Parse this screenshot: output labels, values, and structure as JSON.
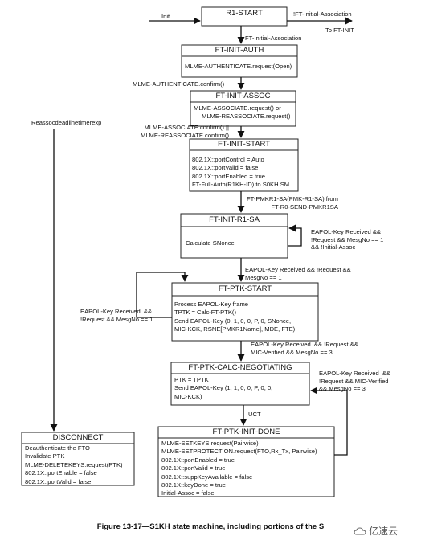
{
  "states": {
    "r1_start": {
      "title": "R1-START",
      "lines": []
    },
    "ft_init_auth": {
      "title": "FT-INIT-AUTH",
      "lines": [
        "MLME-AUTHENTICATE.request(Open)"
      ]
    },
    "ft_init_assoc": {
      "title": "FT-INIT-ASSOC",
      "lines": [
        "MLME-ASSOCIATE.request() or",
        "MLME-REASSOCIATE.request()"
      ]
    },
    "ft_init_start": {
      "title": "FT-INIT-START",
      "lines": [
        "802.1X::portControl = Auto",
        "802.1X::portValid = false",
        "802.1X::portEnabled = true",
        "FT-Full-Auth(R1KH-ID) to S0KH SM"
      ]
    },
    "ft_init_r1_sa": {
      "title": "FT-INIT-R1-SA",
      "lines": [
        "Calculate SNonce"
      ]
    },
    "ft_ptk_start": {
      "title": "FT-PTK-START",
      "lines": [
        "Process EAPOL-Key frame",
        "TPTK = Calc-FT-PTK()",
        "Send EAPOL-Key (0, 1, 0, 0, P, 0, SNonce,",
        "MIC-KCK, RSNE[PMKR1Name], MDE, FTE)"
      ]
    },
    "ft_ptk_calc": {
      "title": "FT-PTK-CALC-NEGOTIATING",
      "lines": [
        "PTK = TPTK",
        "Send EAPOL-Key (1, 1, 0, 0, P, 0, 0,",
        "MIC-KCK)"
      ]
    },
    "ft_ptk_init_done": {
      "title": "FT-PTK-INIT-DONE",
      "lines": [
        "MLME-SETKEYS.request(Pairwise)",
        "MLME-SETPROTECTION.request(FTO,Rx_Tx, Pairwise)",
        "802.1X::portEnabled = true",
        "802.1X::portValid = true",
        "802.1X::suppKeyAvailable = false",
        "802.1X::keyDone = true",
        "Initial-Assoc = false"
      ]
    },
    "disconnect": {
      "title": "DISCONNECT",
      "lines": [
        "Deauthenticate the FTO",
        "Invalidate PTK",
        "MLME-DELETEKEYS.request(PTK)",
        "802.1X::portEnable = false",
        "802.1X::portValid = false"
      ]
    }
  },
  "transitions": {
    "init": "Init",
    "not_initial_assoc": "!FT-Initial-Association",
    "to_ft_init": "To FT-INIT",
    "ft_initial_assoc": "FT-Initial-Association",
    "auth_confirm": "MLME-AUTHENTICATE.confirm()",
    "assoc_confirm": "MLME-ASSOCIATE.confirm() ||\nMLME-REASSOCIATE.confirm()",
    "pmkr1_sa": "FT-PMKR1-SA(PMK-R1-SA) from\nFT-R0-SEND-PMKR1SA",
    "eapol_loop_r1sa": "EAPOL-Key Received &&\n!Request && MesgNo == 1\n&& !Initial-Assoc",
    "eapol_to_ptk_start": "EAPOL-Key Received && !Request &&\nMesgNo == 1",
    "eapol_loop_ptk_start": "EAPOL-Key Received  &&\n!Request && MesgNo == 1",
    "eapol_to_calc": "EAPOL-Key Received  && !Request &&\nMIC-Verified && MesgNo == 3",
    "eapol_loop_calc": "EAPOL-Key Received  &&\n!Request && MIC-Verified\n&& MesgNo == 3",
    "uct": "UCT",
    "reassoc_timer": "Reassocdeadlinetimerexp"
  },
  "caption": "Figure 13-17—S1KH state machine, including portions of the S",
  "watermark": "亿速云"
}
